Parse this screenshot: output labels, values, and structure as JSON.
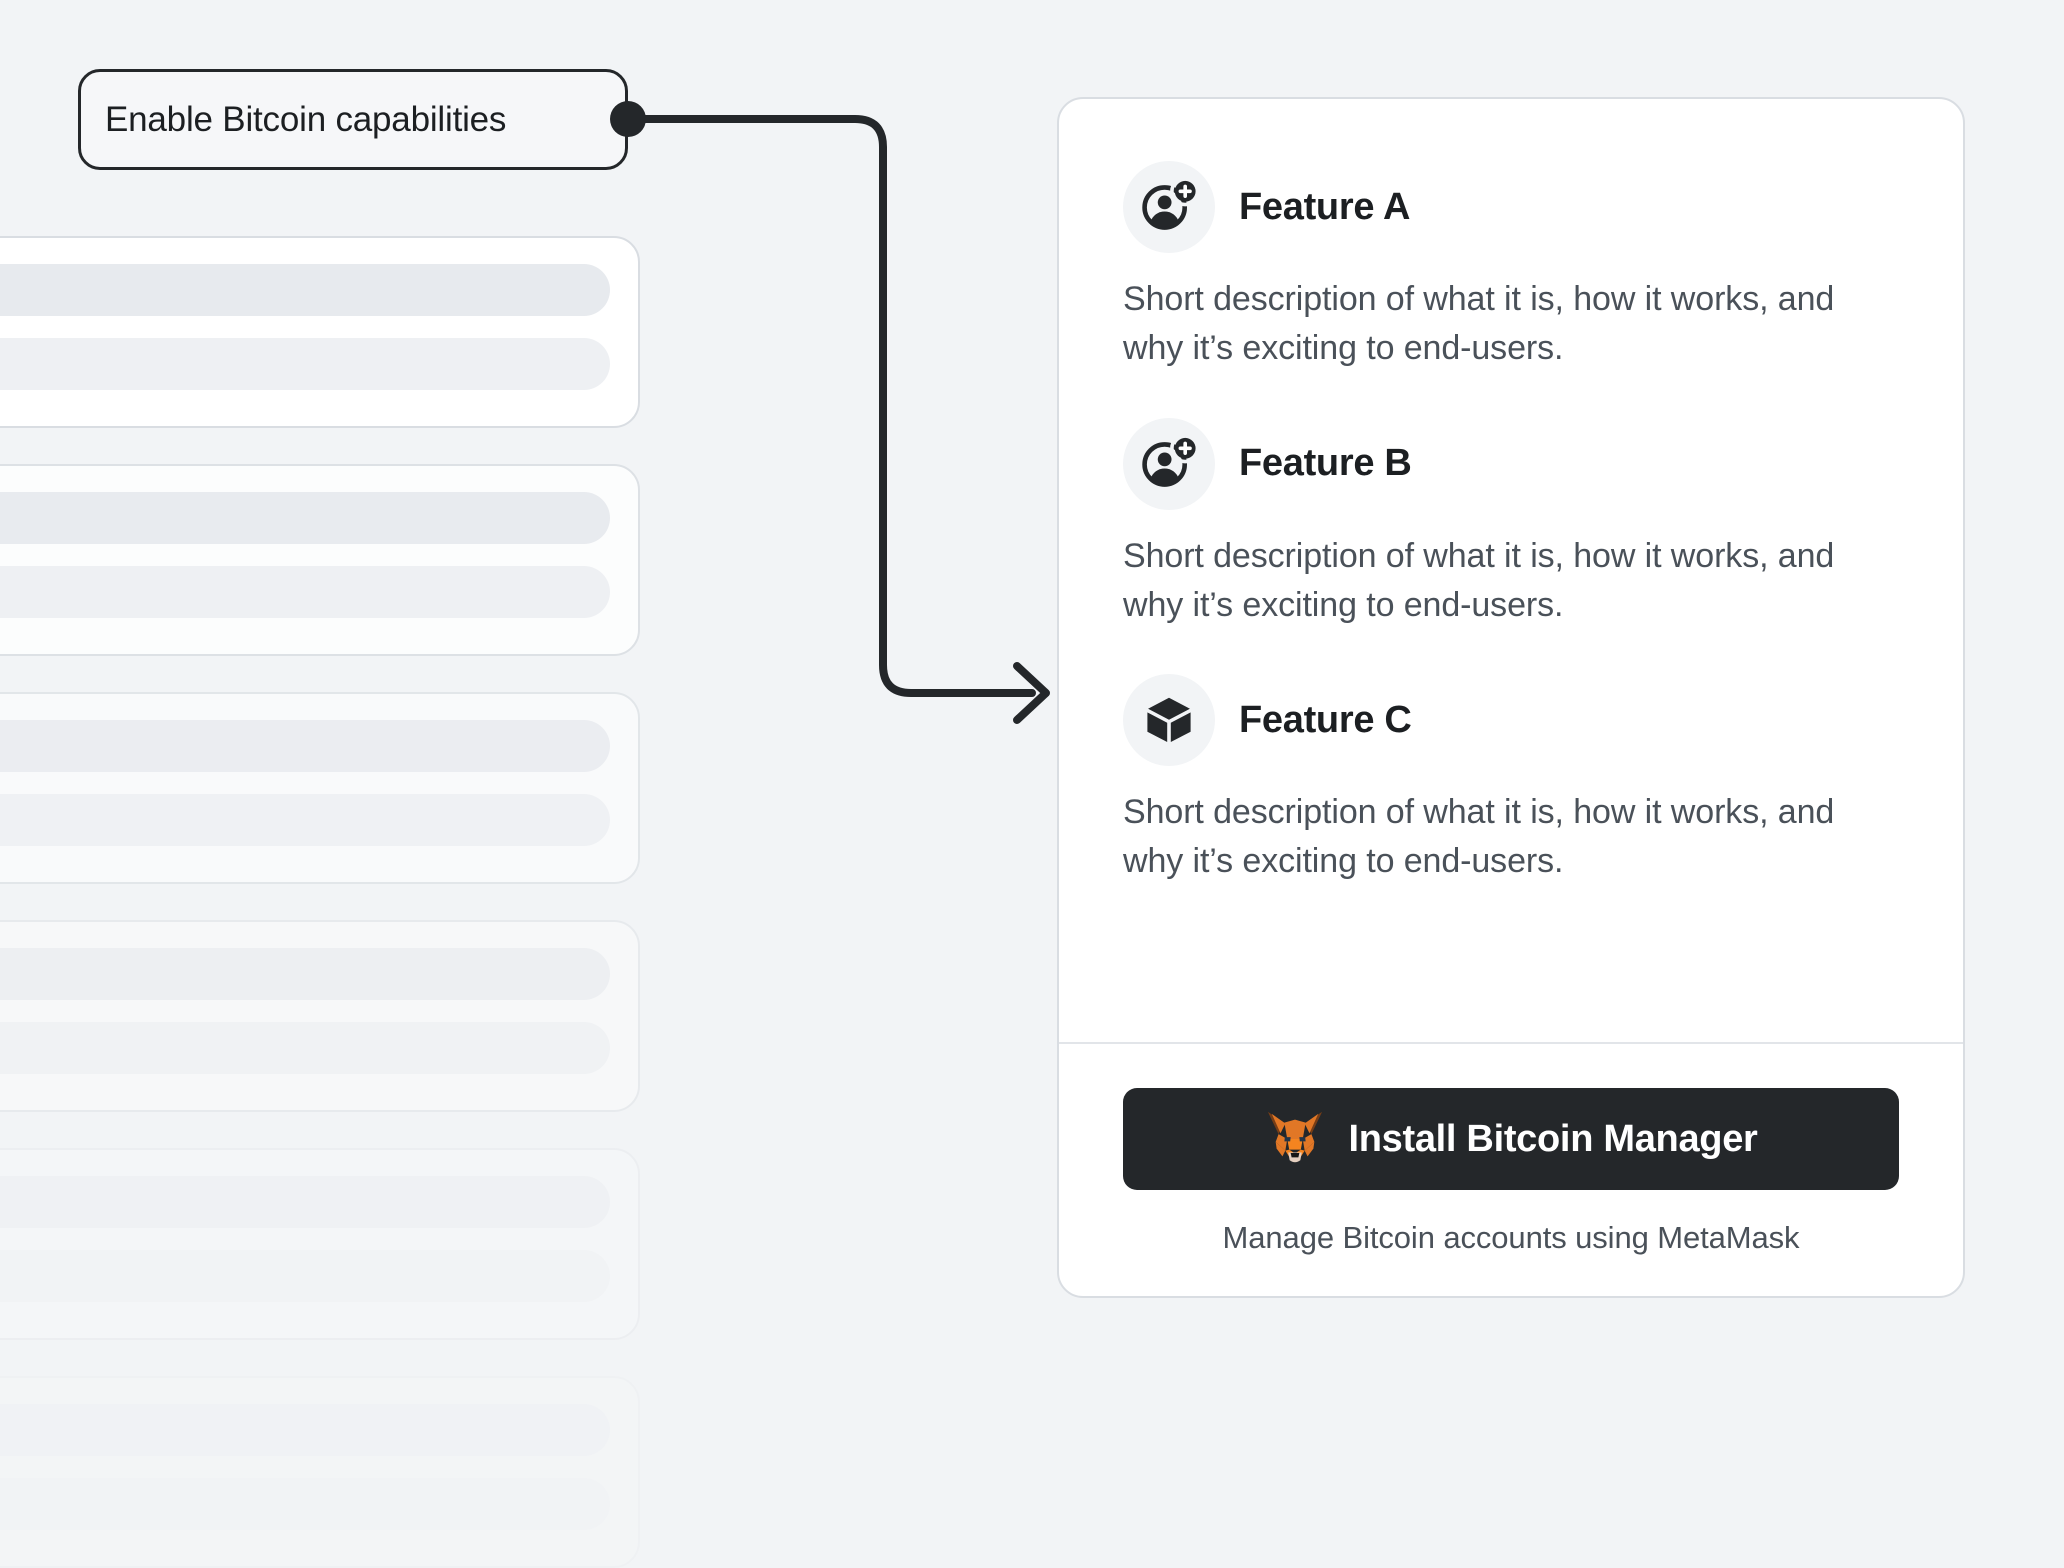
{
  "theme": {
    "background": "#f2f4f6",
    "panel_background": "#ffffff",
    "panel_border": "#d9dde2",
    "text_dark": "#1c1f22",
    "text_muted": "#4a5159",
    "connector": "#24272a",
    "button_background": "#24272a",
    "button_text": "#ffffff",
    "icon_circle_background": "#f2f4f6",
    "metamask_orange": "#e17726",
    "metamask_dark_orange": "#763d16",
    "metamask_light_orange": "#f5841f",
    "metamask_cream": "#e4cfc0"
  },
  "callout": {
    "label": "Enable Bitcoin capabilities",
    "anchor_dot": "connector-start-dot"
  },
  "connector": {
    "icon": "elbow-arrow-icon",
    "direction": "right-down-right",
    "arrowhead": "chevron-arrow-head"
  },
  "skeleton": {
    "item_count": 6,
    "placeholder_label": ""
  },
  "panel": {
    "features": [
      {
        "icon": "account-add-icon",
        "title": "Feature A",
        "description": "Short description of what it is, how it works, and why it’s exciting to end-users."
      },
      {
        "icon": "account-add-icon",
        "title": "Feature B",
        "description": "Short description of what it is, how it works, and why it’s exciting to end-users."
      },
      {
        "icon": "cube-icon",
        "title": "Feature C",
        "description": "Short description of what it is, how it works, and why it’s exciting to end-users."
      }
    ],
    "footer": {
      "install_button_label": "Install Bitcoin Manager",
      "install_button_icon": "metamask-fox-icon",
      "caption": "Manage Bitcoin accounts using MetaMask"
    }
  }
}
